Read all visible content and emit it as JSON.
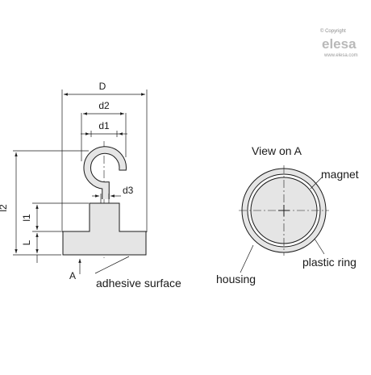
{
  "logo": {
    "copyright": "© Copyright",
    "brand": "elesa",
    "url": "www.elesa.com"
  },
  "side_view": {
    "dimensions": {
      "D": "D",
      "d2": "d2",
      "d1": "d1",
      "d3": "d3",
      "l2": "l2",
      "l1": "l1",
      "L": "L"
    },
    "arrow_label": "A",
    "surface_label": "adhesive surface"
  },
  "end_view": {
    "title": "View on A",
    "labels": {
      "magnet": "magnet",
      "plastic_ring": "plastic ring",
      "housing": "housing"
    }
  },
  "colors": {
    "fill": "#e5e5e5",
    "line": "#1a1a1a",
    "logo": "#b9b9b9"
  }
}
